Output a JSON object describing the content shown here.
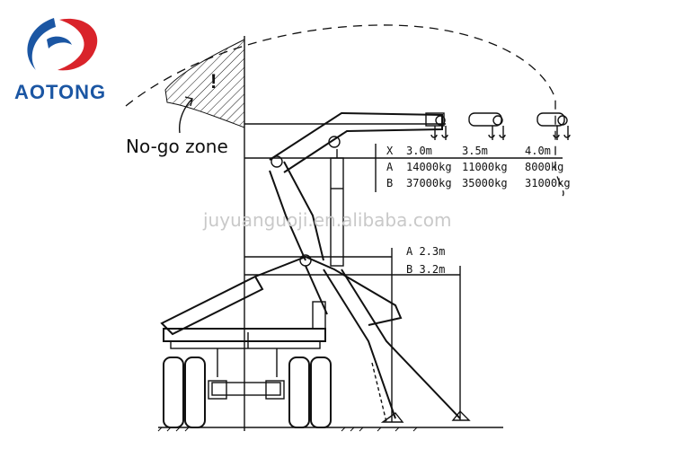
{
  "logo": {
    "brand": "AOTONG",
    "colors": {
      "blue": "#1b56a3",
      "red": "#d9232a"
    }
  },
  "watermark": "juyuanguoji.en.alibaba.com",
  "no_go_label": "No-go zone",
  "warning_symbol": "!",
  "capacity_table": {
    "row_keys": [
      "X",
      "A",
      "B"
    ],
    "columns": [
      {
        "X": "3.0m",
        "A": "14000kg",
        "B": "37000kg"
      },
      {
        "X": "3.5m",
        "A": "11000kg",
        "B": "35000kg"
      },
      {
        "X": "4.0m",
        "A": "8000kg",
        "B": "31000kg"
      }
    ]
  },
  "reach": {
    "a": "A 2.3m",
    "b": "B 3.2m"
  }
}
